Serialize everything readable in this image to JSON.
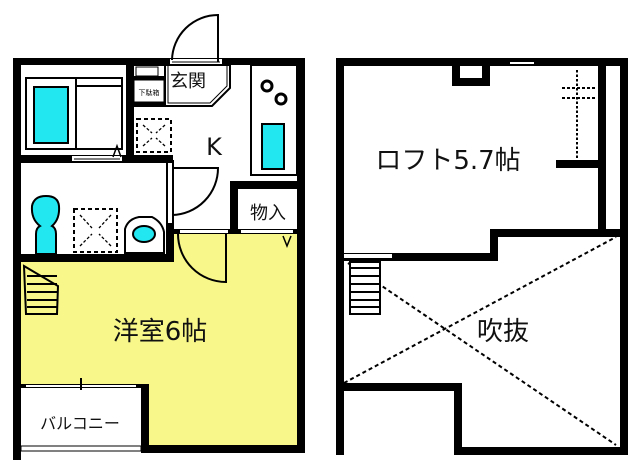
{
  "colors": {
    "wall": "#000000",
    "floor_main": "#f7f78a",
    "fixture": "#22e6f0",
    "background": "#ffffff"
  },
  "floor1": {
    "rooms": {
      "entrance": "玄関",
      "shoe_box": "下駄箱",
      "kitchen": "K",
      "storage": "物入",
      "western_room": "洋室6帖",
      "balcony": "バルコニー"
    }
  },
  "loft": {
    "rooms": {
      "loft": "ロフト5.7帖",
      "open_ceiling": "吹抜"
    }
  }
}
